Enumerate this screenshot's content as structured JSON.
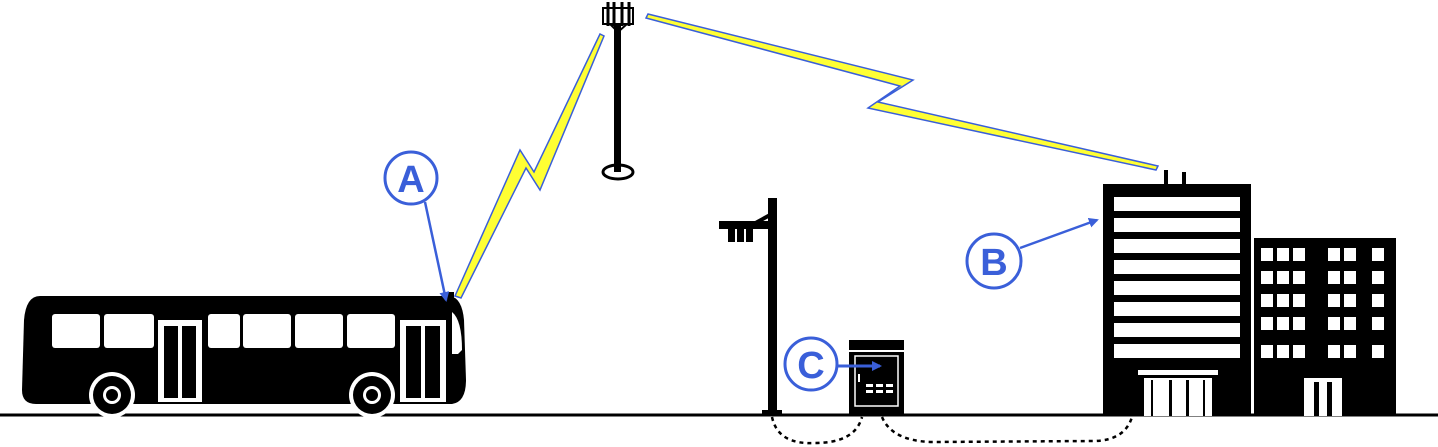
{
  "callouts": [
    {
      "id": "A",
      "label": "A"
    },
    {
      "id": "B",
      "label": "B"
    },
    {
      "id": "C",
      "label": "C"
    }
  ],
  "colors": {
    "callout": "#3a5fd9",
    "lightning_fill": "#ffff33",
    "lightning_stroke": "#3a5fd9",
    "silhouette": "#000000",
    "background": "#ffffff"
  },
  "icons": [
    "bus-icon",
    "cell-tower-icon",
    "street-light-icon",
    "cabinet-icon",
    "office-building-icon",
    "apartment-building-icon"
  ]
}
